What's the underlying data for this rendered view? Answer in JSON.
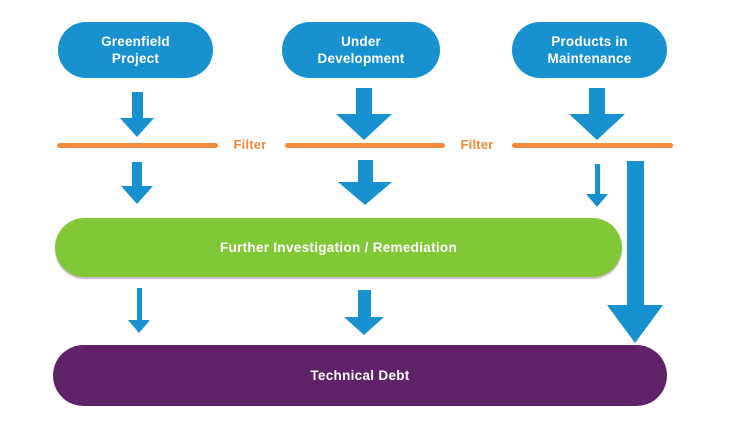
{
  "diagram": {
    "nodes": {
      "sources": [
        {
          "id": "greenfield-project",
          "label": "Greenfield Project",
          "lines": [
            "Greenfield",
            "Project"
          ]
        },
        {
          "id": "under-development",
          "label": "Under Development",
          "lines": [
            "Under",
            "Development"
          ]
        },
        {
          "id": "products-in-maintenance",
          "label": "Products in Maintenance",
          "lines": [
            "Products in",
            "Maintenance"
          ]
        }
      ],
      "remediation": {
        "label": "Further Investigation / Remediation"
      },
      "technical_debt": {
        "label": "Technical Debt"
      }
    },
    "filters": [
      {
        "label": "Filter"
      },
      {
        "label": "Filter"
      }
    ],
    "colors": {
      "node_blue": "#1791D0",
      "arrow_blue": "#1791D0",
      "filter_orange": "#F08A3C",
      "remediation_green": "#80C837",
      "technical_debt_purple": "#5F2168",
      "background": "#FFFFFF",
      "label_text": "#FFFFFF"
    }
  }
}
